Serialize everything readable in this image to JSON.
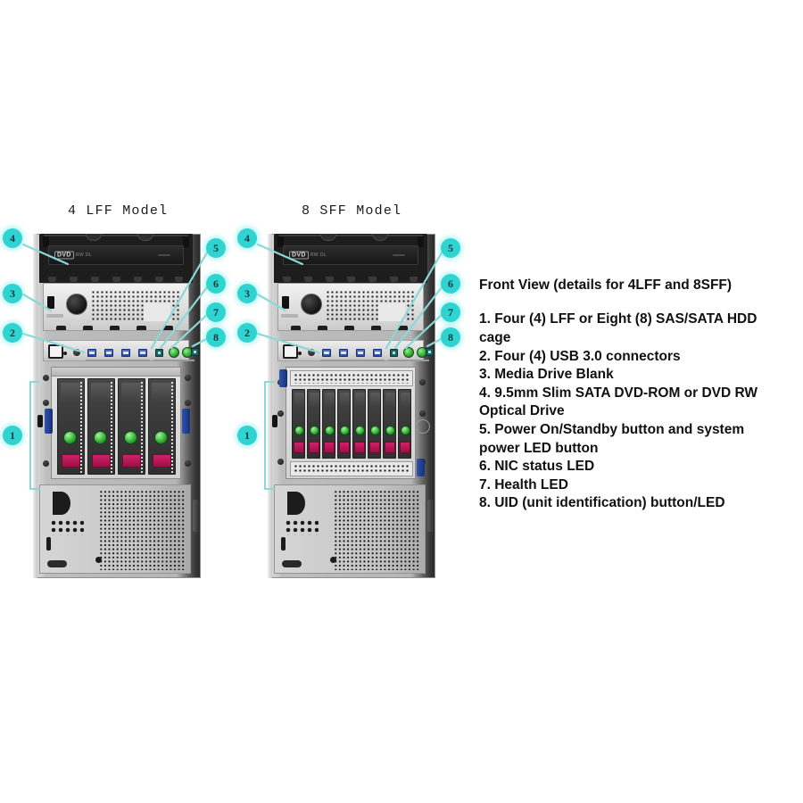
{
  "diagram": {
    "models": [
      {
        "id": "lff",
        "caption": "4 LFF Model",
        "bay_count": 4,
        "bay_type": "LFF"
      },
      {
        "id": "sff",
        "caption": "8 SFF Model",
        "bay_count": 8,
        "bay_type": "SFF"
      }
    ],
    "callouts": [
      {
        "number": "1",
        "target": "hard-drive-cage"
      },
      {
        "number": "2",
        "target": "usb-connectors"
      },
      {
        "number": "3",
        "target": "media-drive-blank"
      },
      {
        "number": "4",
        "target": "optical-drive"
      },
      {
        "number": "5",
        "target": "power-button"
      },
      {
        "number": "6",
        "target": "nic-status-led"
      },
      {
        "number": "7",
        "target": "health-led"
      },
      {
        "number": "8",
        "target": "uid-button-led"
      }
    ],
    "chassis": {
      "dvd_logo": "DVD",
      "dvd_text": "RW  DL",
      "usb_port_count": 4,
      "nic_led_count": 2
    }
  },
  "legend": {
    "title": "Front View (details for 4LFF and 8SFF)",
    "items": [
      "1. Four (4) LFF or Eight (8) SAS/SATA HDD cage",
      "2. Four (4) USB 3.0 connectors",
      "3. Media Drive Blank",
      "4. 9.5mm Slim SATA DVD-ROM or DVD RW Optical Drive",
      "5. Power On/Standby button and system power LED button",
      "6. NIC status LED",
      "7. Health LED",
      "8. UID (unit identification) button/LED"
    ]
  },
  "colors": {
    "callout_bubble": "#2fd3d0",
    "leader_line": "#7fd6d6",
    "drive_led_green": "#2fae32",
    "drive_tag_magenta": "#c01e63",
    "usb_blue": "#2a4aa8",
    "text": "#101010"
  }
}
